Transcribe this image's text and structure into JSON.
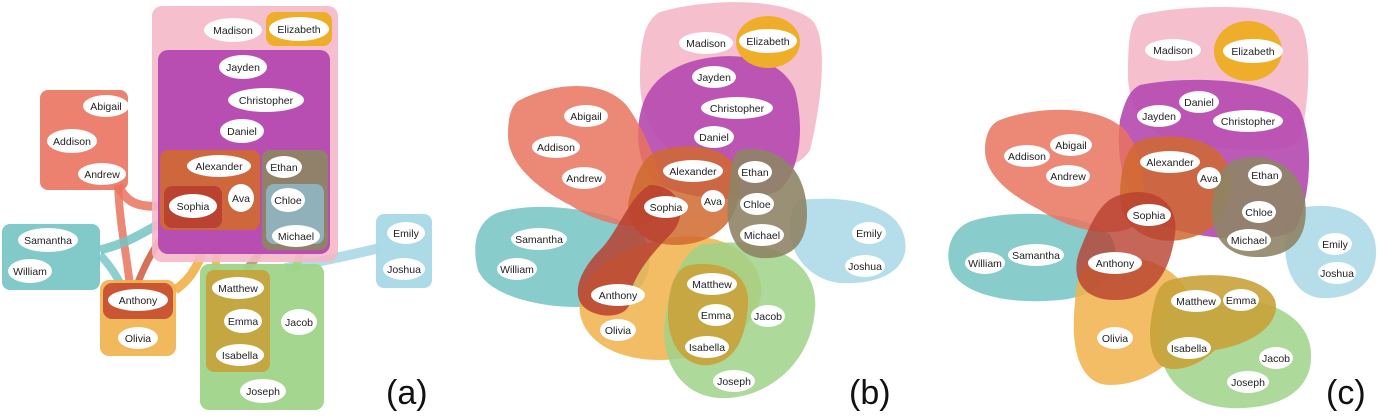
{
  "colors": {
    "pink": "#f4b8c8",
    "purple": "#b548b0",
    "salmon": "#e9735e",
    "orange": "#f0b14a",
    "teal": "#74c3c3",
    "sky": "#a9d8e6",
    "green": "#9fd48a",
    "olive": "#a48b5a",
    "gold": "#efae2a",
    "darkred": "#c85030"
  },
  "names": {
    "madison": "Madison",
    "elizabeth": "Elizabeth",
    "jayden": "Jayden",
    "christopher": "Christopher",
    "daniel": "Daniel",
    "abigail": "Abigail",
    "addison": "Addison",
    "andrew": "Andrew",
    "alexander": "Alexander",
    "ethan": "Ethan",
    "sophia": "Sophia",
    "ava": "Ava",
    "chloe": "Chloe",
    "michael": "Michael",
    "samantha": "Samantha",
    "william": "William",
    "emily": "Emily",
    "joshua": "Joshua",
    "anthony": "Anthony",
    "olivia": "Olivia",
    "matthew": "Matthew",
    "emma": "Emma",
    "jacob": "Jacob",
    "isabella": "Isabella",
    "joseph": "Joseph"
  },
  "panels": [
    {
      "id": "a",
      "label": "(a)"
    },
    {
      "id": "b",
      "label": "(b)"
    },
    {
      "id": "c",
      "label": "(c)"
    }
  ]
}
